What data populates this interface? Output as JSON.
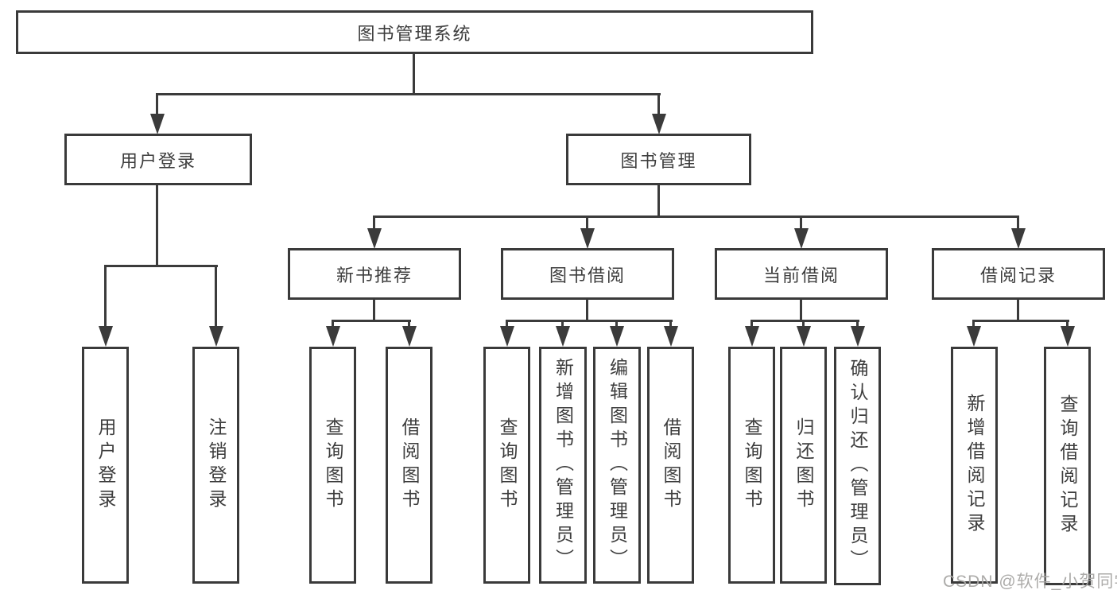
{
  "diagram": {
    "root_label": "图书管理系统",
    "level2": {
      "user_login": "用户登录",
      "book_management": "图书管理"
    },
    "level3": {
      "new_book_recommend": "新书推荐",
      "book_borrowing": "图书借阅",
      "current_borrowing": "当前借阅",
      "borrowing_records": "借阅记录"
    },
    "leaves": {
      "user_login": [
        "用户登录",
        "注销登录"
      ],
      "new_book_recommend": [
        "查询图书",
        "借阅图书"
      ],
      "book_borrowing": [
        "查询图书",
        "新增图书（管理员）",
        "编辑图书（管理员）",
        "借阅图书"
      ],
      "current_borrowing": [
        "查询图书",
        "归还图书",
        "确认归还（管理员）"
      ],
      "borrowing_records": [
        "新增借阅记录",
        "查询借阅记录"
      ]
    },
    "watermark": "CSDN @软件_小贺同学",
    "colors": {
      "line": "#3b3b3b",
      "text": "#3d3d3d",
      "watermark": "#a8a6a4",
      "background": "#ffffff"
    }
  }
}
